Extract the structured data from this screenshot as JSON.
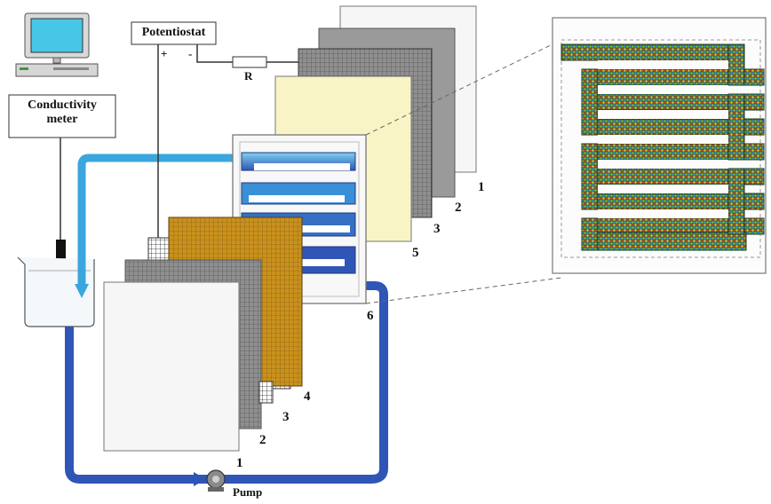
{
  "labels": {
    "potentiostat": "Potentiostat",
    "plus": "+",
    "minus": "-",
    "resistor": "R",
    "conductivity_line1": "Conductivity",
    "conductivity_line2": "meter",
    "pump": "Pump"
  },
  "stack_back": [
    "1",
    "2",
    "3",
    "5",
    "6"
  ],
  "stack_front": [
    "1",
    "2",
    "3",
    "4"
  ],
  "colors": {
    "flow_light": "#3aa6dd",
    "flow_dark": "#2f56b6",
    "gold": "#c9911d",
    "yellow": "#f8f4c6",
    "gray": "#9a9a9a",
    "serpentine": "#2f7a3a"
  }
}
